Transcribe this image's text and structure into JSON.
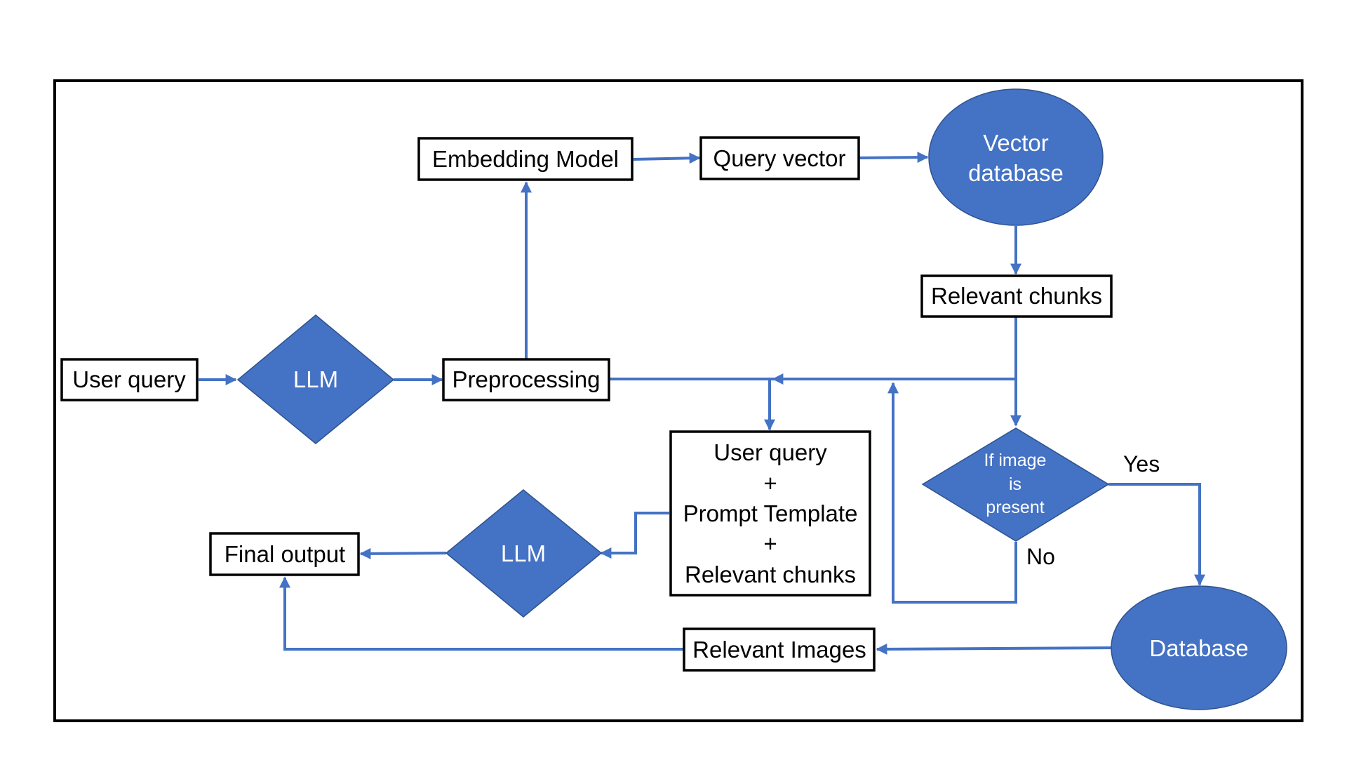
{
  "colors": {
    "node_fill": "#4472c4",
    "connector": "#4472c4",
    "node_stroke": "#2f528f",
    "box_border": "#000000"
  },
  "nodes": {
    "user_query": "User query",
    "llm_top": "LLM",
    "preprocessing": "Preprocessing",
    "embedding_model": "Embedding Model",
    "query_vector": "Query vector",
    "vector_db": [
      "Vector",
      "database"
    ],
    "relevant_chunks": "Relevant chunks",
    "if_image": [
      "If image",
      "is",
      "present"
    ],
    "prompt_box": [
      "User query",
      "+",
      "Prompt Template",
      "+",
      "Relevant chunks"
    ],
    "llm_bottom": "LLM",
    "final_output": "Final output",
    "database": "Database",
    "relevant_images": "Relevant Images"
  },
  "edge_labels": {
    "yes": "Yes",
    "no": "No"
  }
}
